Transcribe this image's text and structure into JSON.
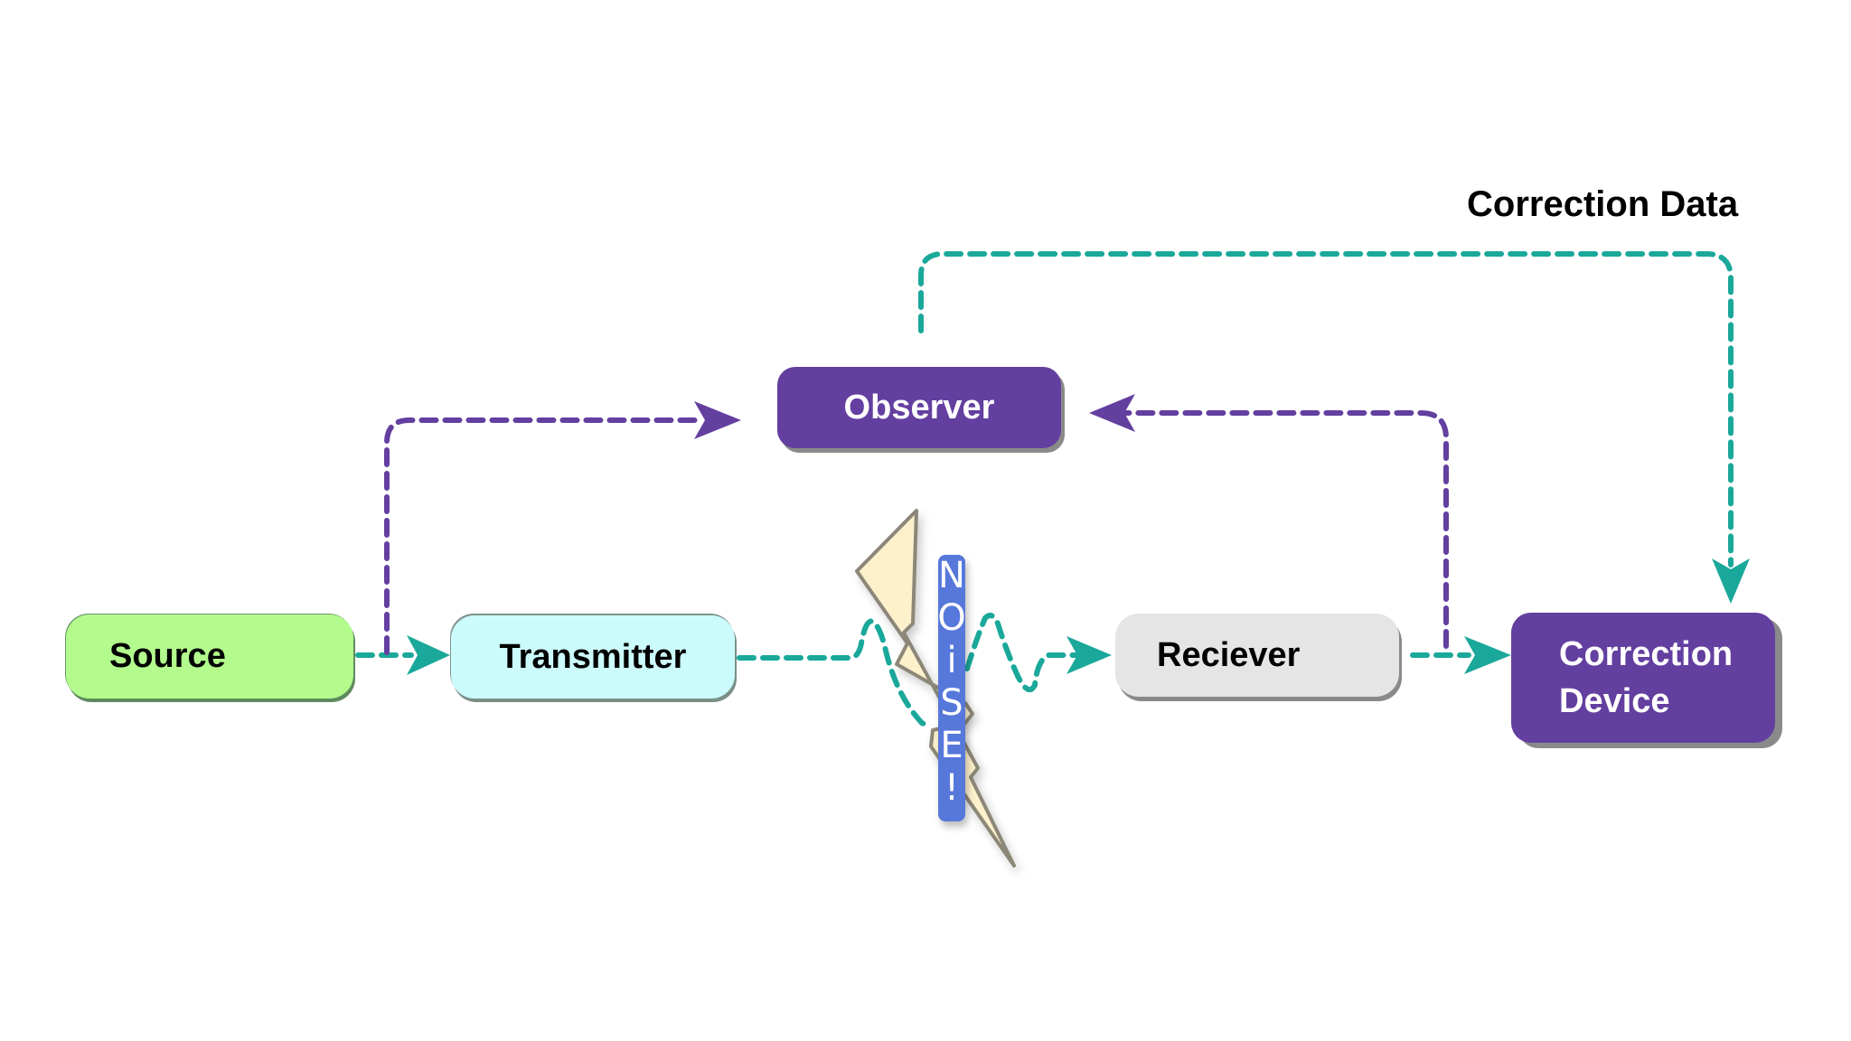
{
  "diagram": {
    "title_label": "Correction Data",
    "nodes": {
      "source": "Source",
      "transmitter": "Transmitter",
      "receiver": "Reciever",
      "observer": "Observer",
      "correction_device": "Correction\nDevice"
    },
    "noise": {
      "letters": [
        "N",
        "O",
        "i",
        "S",
        "E",
        "!"
      ],
      "icon": "lightning-bolt-icon"
    },
    "edges": [
      {
        "from": "Source",
        "to": "Transmitter",
        "style": "dashed",
        "color": "#1aa89a"
      },
      {
        "from": "Transmitter",
        "to": "Reciever",
        "style": "dashed-wavy (through noise)",
        "color": "#1aa89a"
      },
      {
        "from": "Reciever",
        "to": "Correction Device",
        "style": "dashed",
        "color": "#1aa89a"
      },
      {
        "from": "Source",
        "to": "Observer",
        "style": "dashed",
        "color": "#633fa0"
      },
      {
        "from": "Reciever",
        "to": "Observer",
        "style": "dashed",
        "color": "#633fa0"
      },
      {
        "from": "Observer",
        "to": "Correction Device",
        "label": "Correction Data",
        "style": "dashed",
        "color": "#1aa89a"
      }
    ],
    "colors": {
      "teal": "#1aa89a",
      "purple": "#633fa0",
      "source_fill": "#b2fb8c",
      "transmitter_fill": "#ccfbfc",
      "receiver_fill": "#e5e5e5",
      "noise_tag": "#5778db",
      "bolt_fill": "#fdf1cc"
    }
  }
}
